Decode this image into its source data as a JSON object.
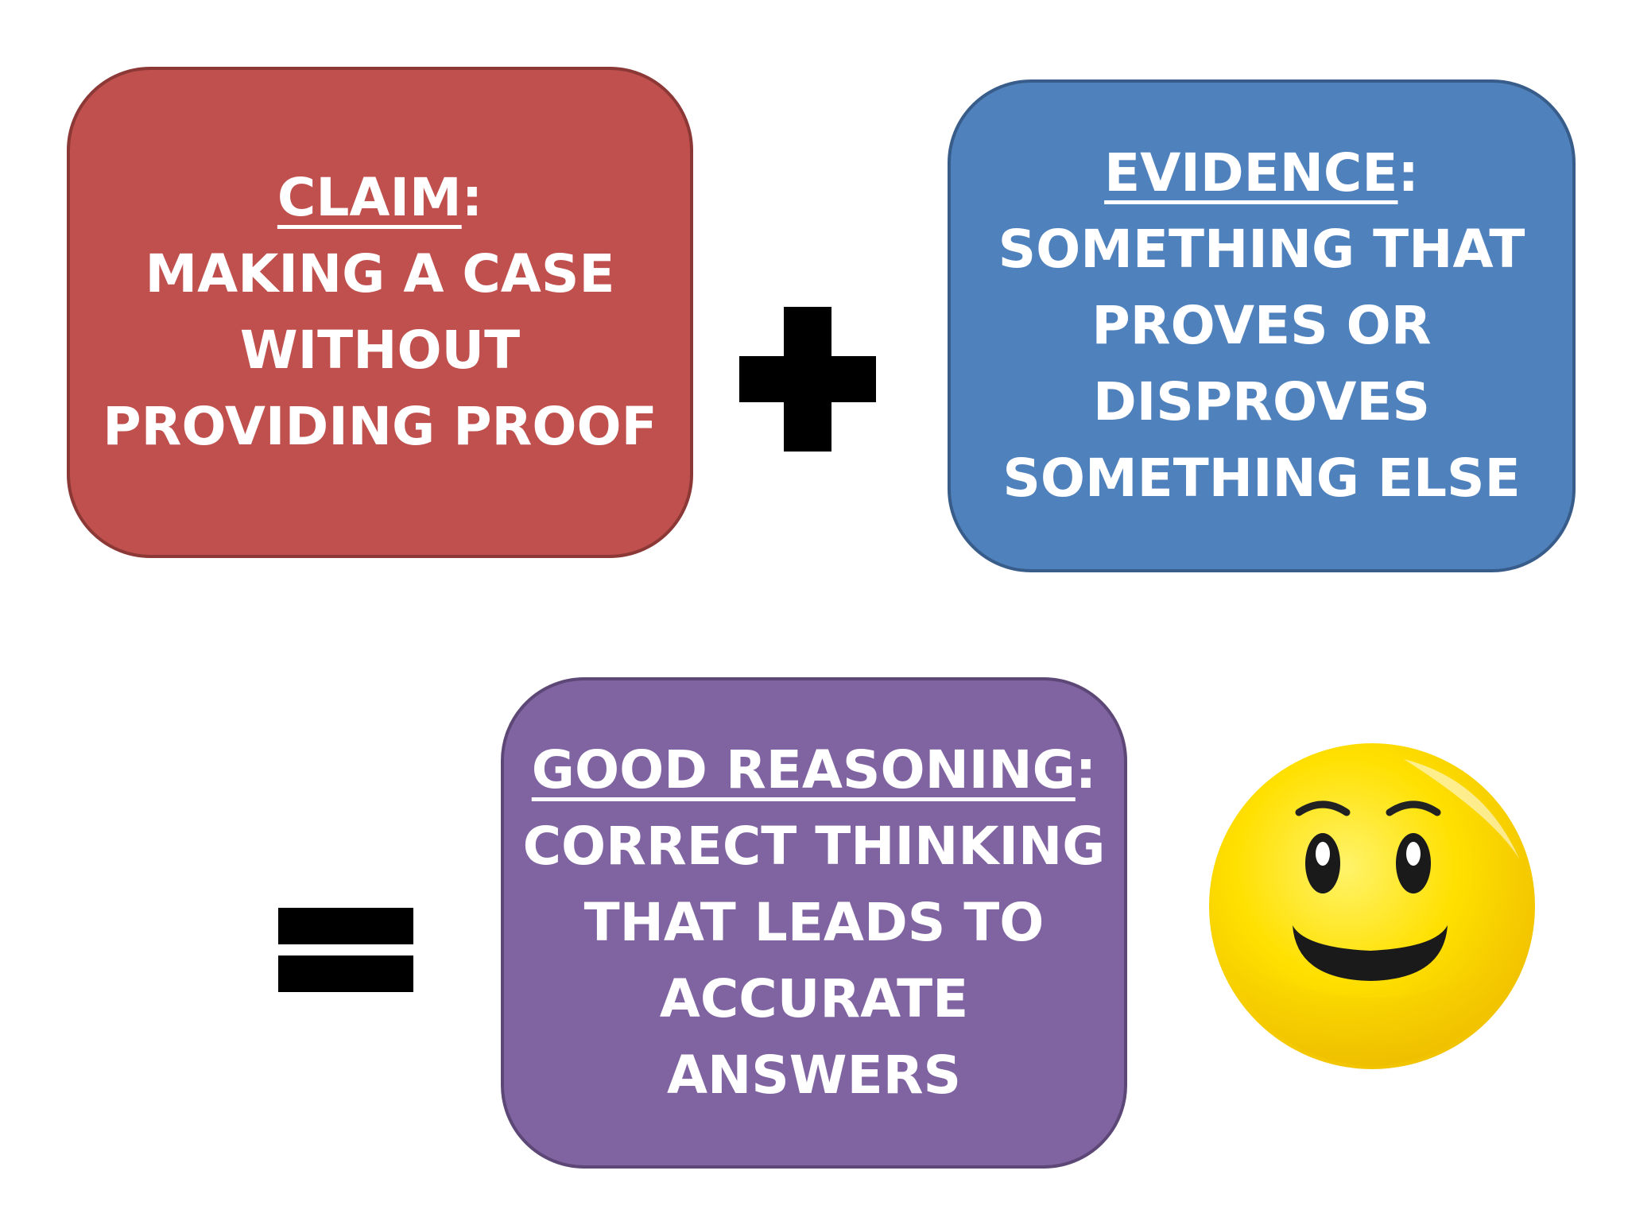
{
  "claim": {
    "heading": "CLAIM",
    "lines": [
      "MAKING A CASE",
      "WITHOUT",
      "PROVIDING PROOF"
    ],
    "color": "#c0504d"
  },
  "evidence": {
    "heading": "EVIDENCE",
    "lines": [
      "SOMETHING THAT",
      "PROVES OR",
      "DISPROVES",
      "SOMETHING ELSE"
    ],
    "color": "#4f81bd"
  },
  "reasoning": {
    "heading": "GOOD REASONING",
    "lines": [
      "CORRECT THINKING",
      "THAT LEADS TO",
      "ACCURATE",
      "ANSWERS"
    ],
    "color": "#8064a2"
  },
  "heading_suffix": ":",
  "icons": {
    "plus": "plus-sign-icon",
    "equals": "equals-sign-icon",
    "smiley": "smiley-face-icon"
  }
}
